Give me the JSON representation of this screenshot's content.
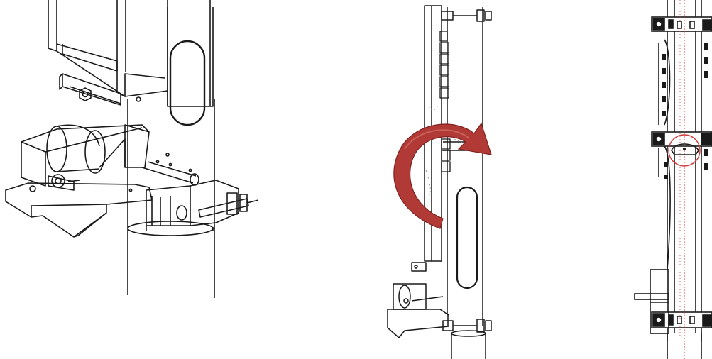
{
  "panels": [
    {
      "id": "winch-assembly-isometric"
    },
    {
      "id": "mast-rotation-side-view"
    },
    {
      "id": "mast-section-front-view"
    }
  ],
  "colors": {
    "line": "#1a1a1a",
    "rotation_arrow": "#b23a36",
    "rotation_arrow_dark": "#7e2320",
    "centerline": "#d23c3c"
  },
  "icons": [
    "rotation-arrow-icon",
    "highlight-circle-icon",
    "hex-nut-icon",
    "winch-drum-icon"
  ]
}
